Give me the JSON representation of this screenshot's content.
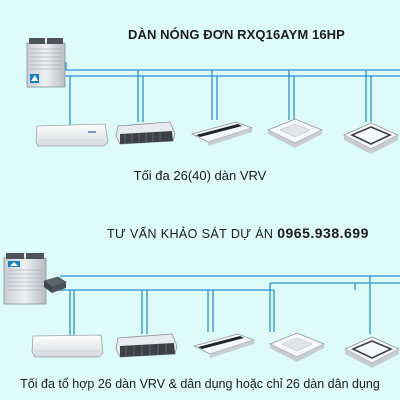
{
  "diagram": {
    "title": "DÀN NÓNG ĐƠN RXQ16AYM 16HP",
    "top_caption": "Tối đa 26(40) dàn VRV",
    "consult_label": "TƯ VẤN KHẢO SÁT DỰ ÁN",
    "consult_phone": "0965.938.699",
    "bottom_caption": "Tối đa tổ hợp 26 dàn VRV & dân dụng hoặc chỉ 26 dàn dân dụng",
    "brand_mark": "DAIKIN",
    "colors": {
      "background": "#dcfbf9",
      "pipe": "#2a8fcf",
      "unit_body": "#f4f6f7",
      "outdoor_grille": "#7a8088",
      "brand": "#1a7fc1"
    },
    "top_system": {
      "outdoor_unit": "outdoor-vrv-unit",
      "indoor_units": [
        "wall-mounted-unit",
        "ducted-unit",
        "one-way-cassette-unit",
        "four-way-cassette-unit",
        "round-flow-cassette-unit"
      ]
    },
    "bottom_system": {
      "outdoor_unit": "outdoor-vrv-unit",
      "adapter": "bp-branch-box",
      "indoor_units": [
        "wall-mounted-unit",
        "ducted-unit",
        "one-way-cassette-unit",
        "four-way-cassette-unit",
        "round-flow-cassette-unit"
      ]
    }
  }
}
